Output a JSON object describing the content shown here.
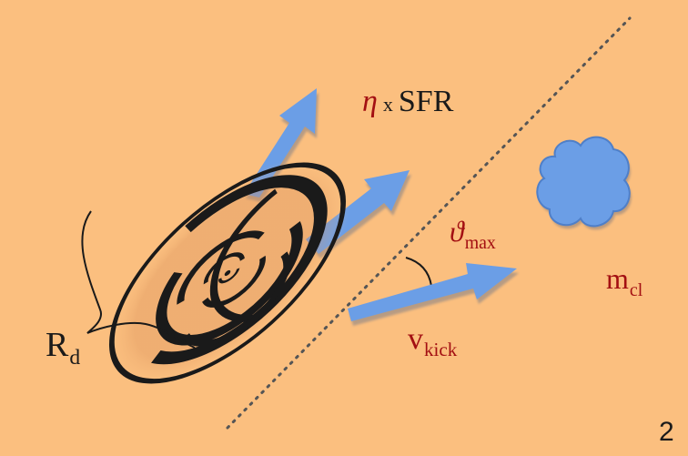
{
  "labels": {
    "eta_symbol": "η",
    "eta_times": "x",
    "eta_quantity": "SFR",
    "theta_symbol": "ϑ",
    "theta_sub": "max",
    "mcl_symbol": "m",
    "mcl_sub": "cl",
    "vkick_symbol": "v",
    "vkick_sub": "kick",
    "rd_symbol": "R",
    "rd_sub": "d",
    "page_number": "2"
  },
  "colors": {
    "background": "#fbbf7f",
    "arrow": "#6b9ee6",
    "cloud": "#6b9ee6",
    "label_red": "#a30f12",
    "label_dark": "#1a1a1a"
  }
}
